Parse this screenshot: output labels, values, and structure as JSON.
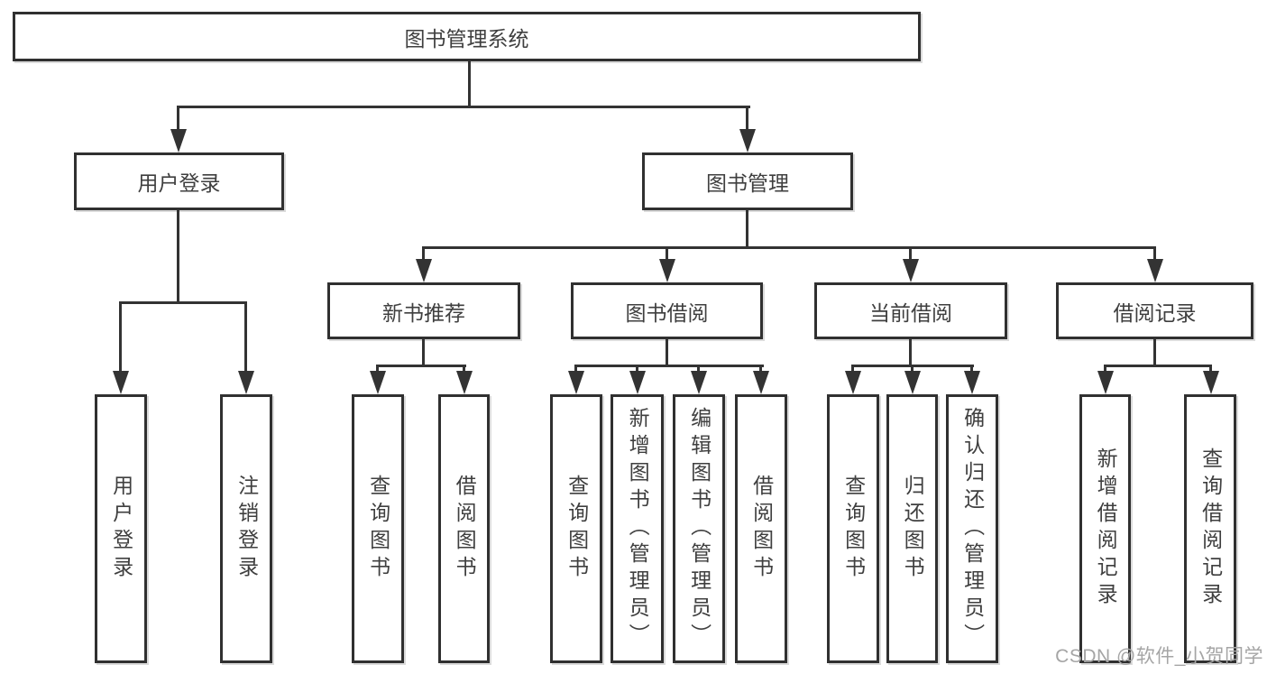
{
  "tree": {
    "label": "图书管理系统",
    "children": [
      {
        "label": "用户登录",
        "children": [
          {
            "label": "用户登录"
          },
          {
            "label": "注销登录"
          }
        ]
      },
      {
        "label": "图书管理",
        "children": [
          {
            "label": "新书推荐",
            "children": [
              {
                "label": "查询图书"
              },
              {
                "label": "借阅图书"
              }
            ]
          },
          {
            "label": "图书借阅",
            "children": [
              {
                "label": "查询图书"
              },
              {
                "label": "新增图书（管理员）"
              },
              {
                "label": "编辑图书（管理员）"
              },
              {
                "label": "借阅图书"
              }
            ]
          },
          {
            "label": "当前借阅",
            "children": [
              {
                "label": "查询图书"
              },
              {
                "label": "归还图书"
              },
              {
                "label": "确认归还（管理员）"
              }
            ]
          },
          {
            "label": "借阅记录",
            "children": [
              {
                "label": "新增借阅记录"
              },
              {
                "label": "查询借阅记录"
              }
            ]
          }
        ]
      }
    ]
  },
  "watermark": {
    "text": "CSDN @软件_小贺同学"
  },
  "colors": {
    "line": "#333333",
    "border": "#303030",
    "text": "#3f3f3f",
    "watermark": "#a5a5a5",
    "background": "#ffffff"
  }
}
